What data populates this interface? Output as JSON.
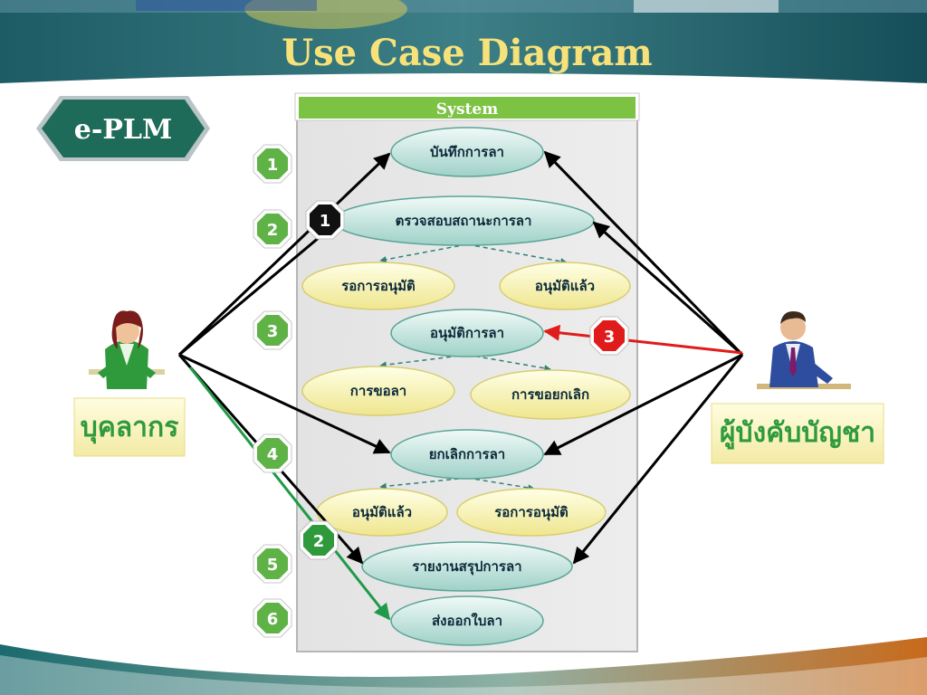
{
  "header": {
    "title": "Use Case Diagram",
    "badge": "e-PLM"
  },
  "system": {
    "label": "System"
  },
  "use_cases": [
    {
      "id": "record",
      "label": "บันทึกการลา"
    },
    {
      "id": "check",
      "label": "ตรวจสอบสถานะการลา"
    },
    {
      "id": "check_wait",
      "label": "รอการอนุมัติ"
    },
    {
      "id": "check_done",
      "label": "อนุมัติแล้ว"
    },
    {
      "id": "approve",
      "label": "อนุมัติการลา"
    },
    {
      "id": "req_leave",
      "label": "การขอลา"
    },
    {
      "id": "req_cancel",
      "label": "การขอยกเลิก"
    },
    {
      "id": "cancel",
      "label": "ยกเลิกการลา"
    },
    {
      "id": "cancel_done",
      "label": "อนุมัติแล้ว"
    },
    {
      "id": "cancel_wait",
      "label": "รอการอนุมัติ"
    },
    {
      "id": "report",
      "label": "รายงานสรุปการลา"
    },
    {
      "id": "export",
      "label": "ส่งออกใบลา"
    }
  ],
  "actors": {
    "staff": "บุคลากร",
    "supervisor": "ผู้บังคับบัญชา"
  },
  "left_numbers": [
    "1",
    "2",
    "3",
    "4",
    "5",
    "6"
  ],
  "flow_badges": [
    {
      "label": "1",
      "color": "#111111"
    },
    {
      "label": "2",
      "color": "#2e9a3c"
    },
    {
      "label": "3",
      "color": "#e01b1b"
    }
  ],
  "colors": {
    "green_badge": "#5fb346",
    "system_bar": "#7cc243",
    "header_bg": "#1f5f6a",
    "title_text": "#f7e27a",
    "actor_text": "#2e9a3c",
    "red_arrow": "#e01b1b",
    "green_arrow": "#1e9a48"
  }
}
